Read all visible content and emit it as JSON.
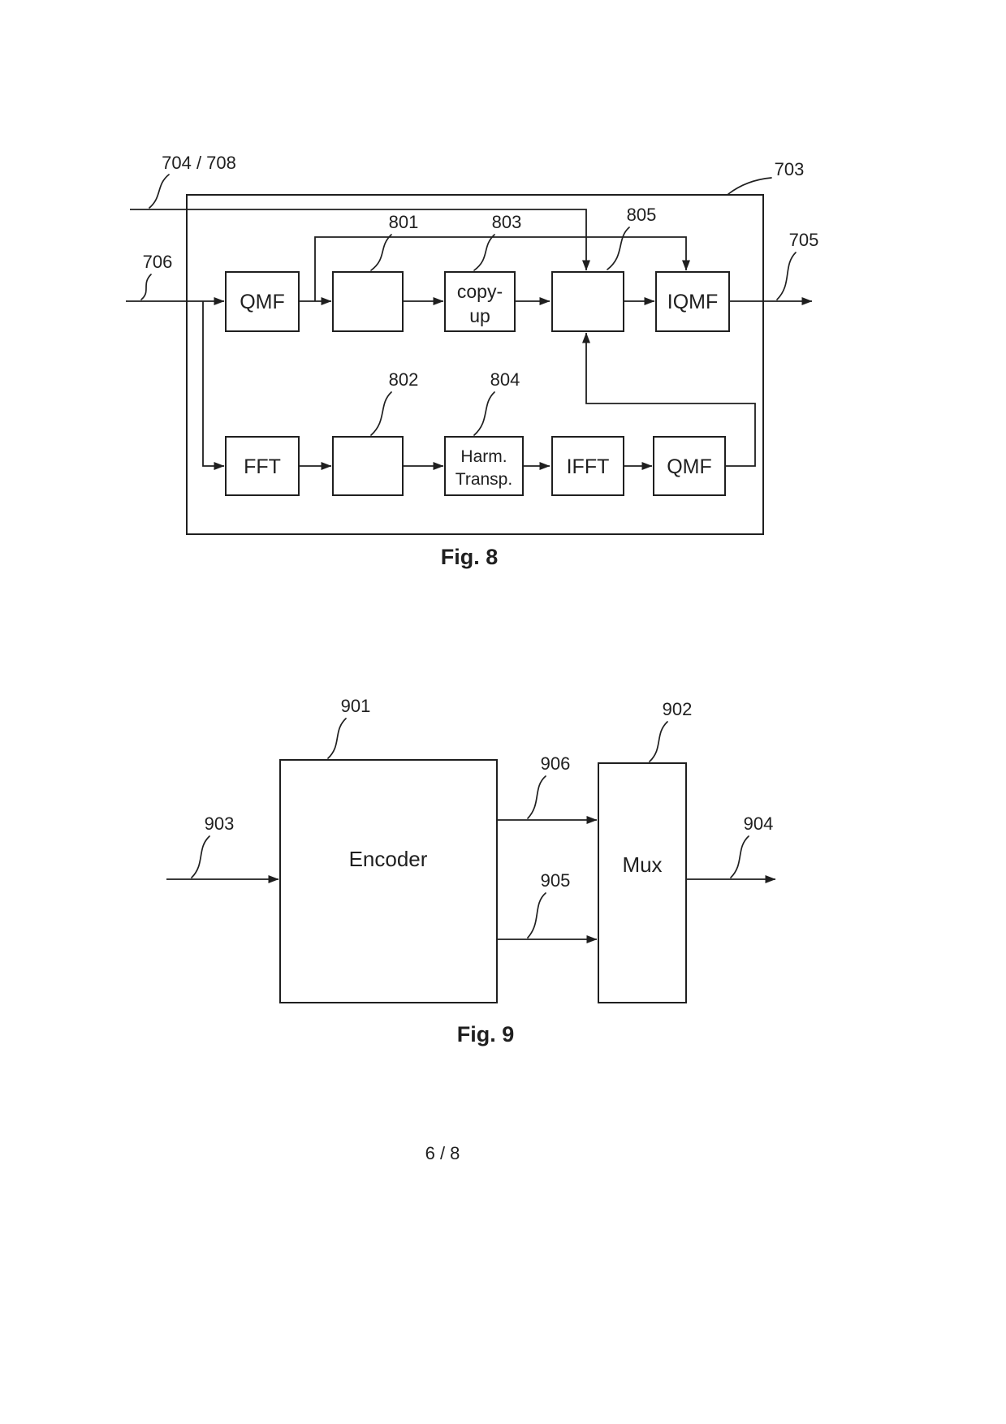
{
  "page": {
    "number": "6 / 8"
  },
  "colors": {
    "ink": "#1f1f1f",
    "background": "#ffffff"
  },
  "fig8": {
    "caption": "Fig. 8",
    "refs": {
      "r704_708": "704 / 708",
      "r703": "703",
      "r706": "706",
      "r705": "705",
      "r801": "801",
      "r802": "802",
      "r803": "803",
      "r804": "804",
      "r805": "805"
    },
    "blocks": {
      "qmf_top": "QMF",
      "copy_up": {
        "line1": "copy-",
        "line2": "up"
      },
      "iqmf": "IQMF",
      "fft": "FFT",
      "harm": {
        "line1": "Harm.",
        "line2": "Transp."
      },
      "ifft": "IFFT",
      "qmf_bottom": "QMF"
    }
  },
  "fig9": {
    "caption": "Fig. 9",
    "refs": {
      "r901": "901",
      "r902": "902",
      "r903": "903",
      "r904": "904",
      "r905": "905",
      "r906": "906"
    },
    "blocks": {
      "encoder": "Encoder",
      "mux": "Mux"
    }
  }
}
